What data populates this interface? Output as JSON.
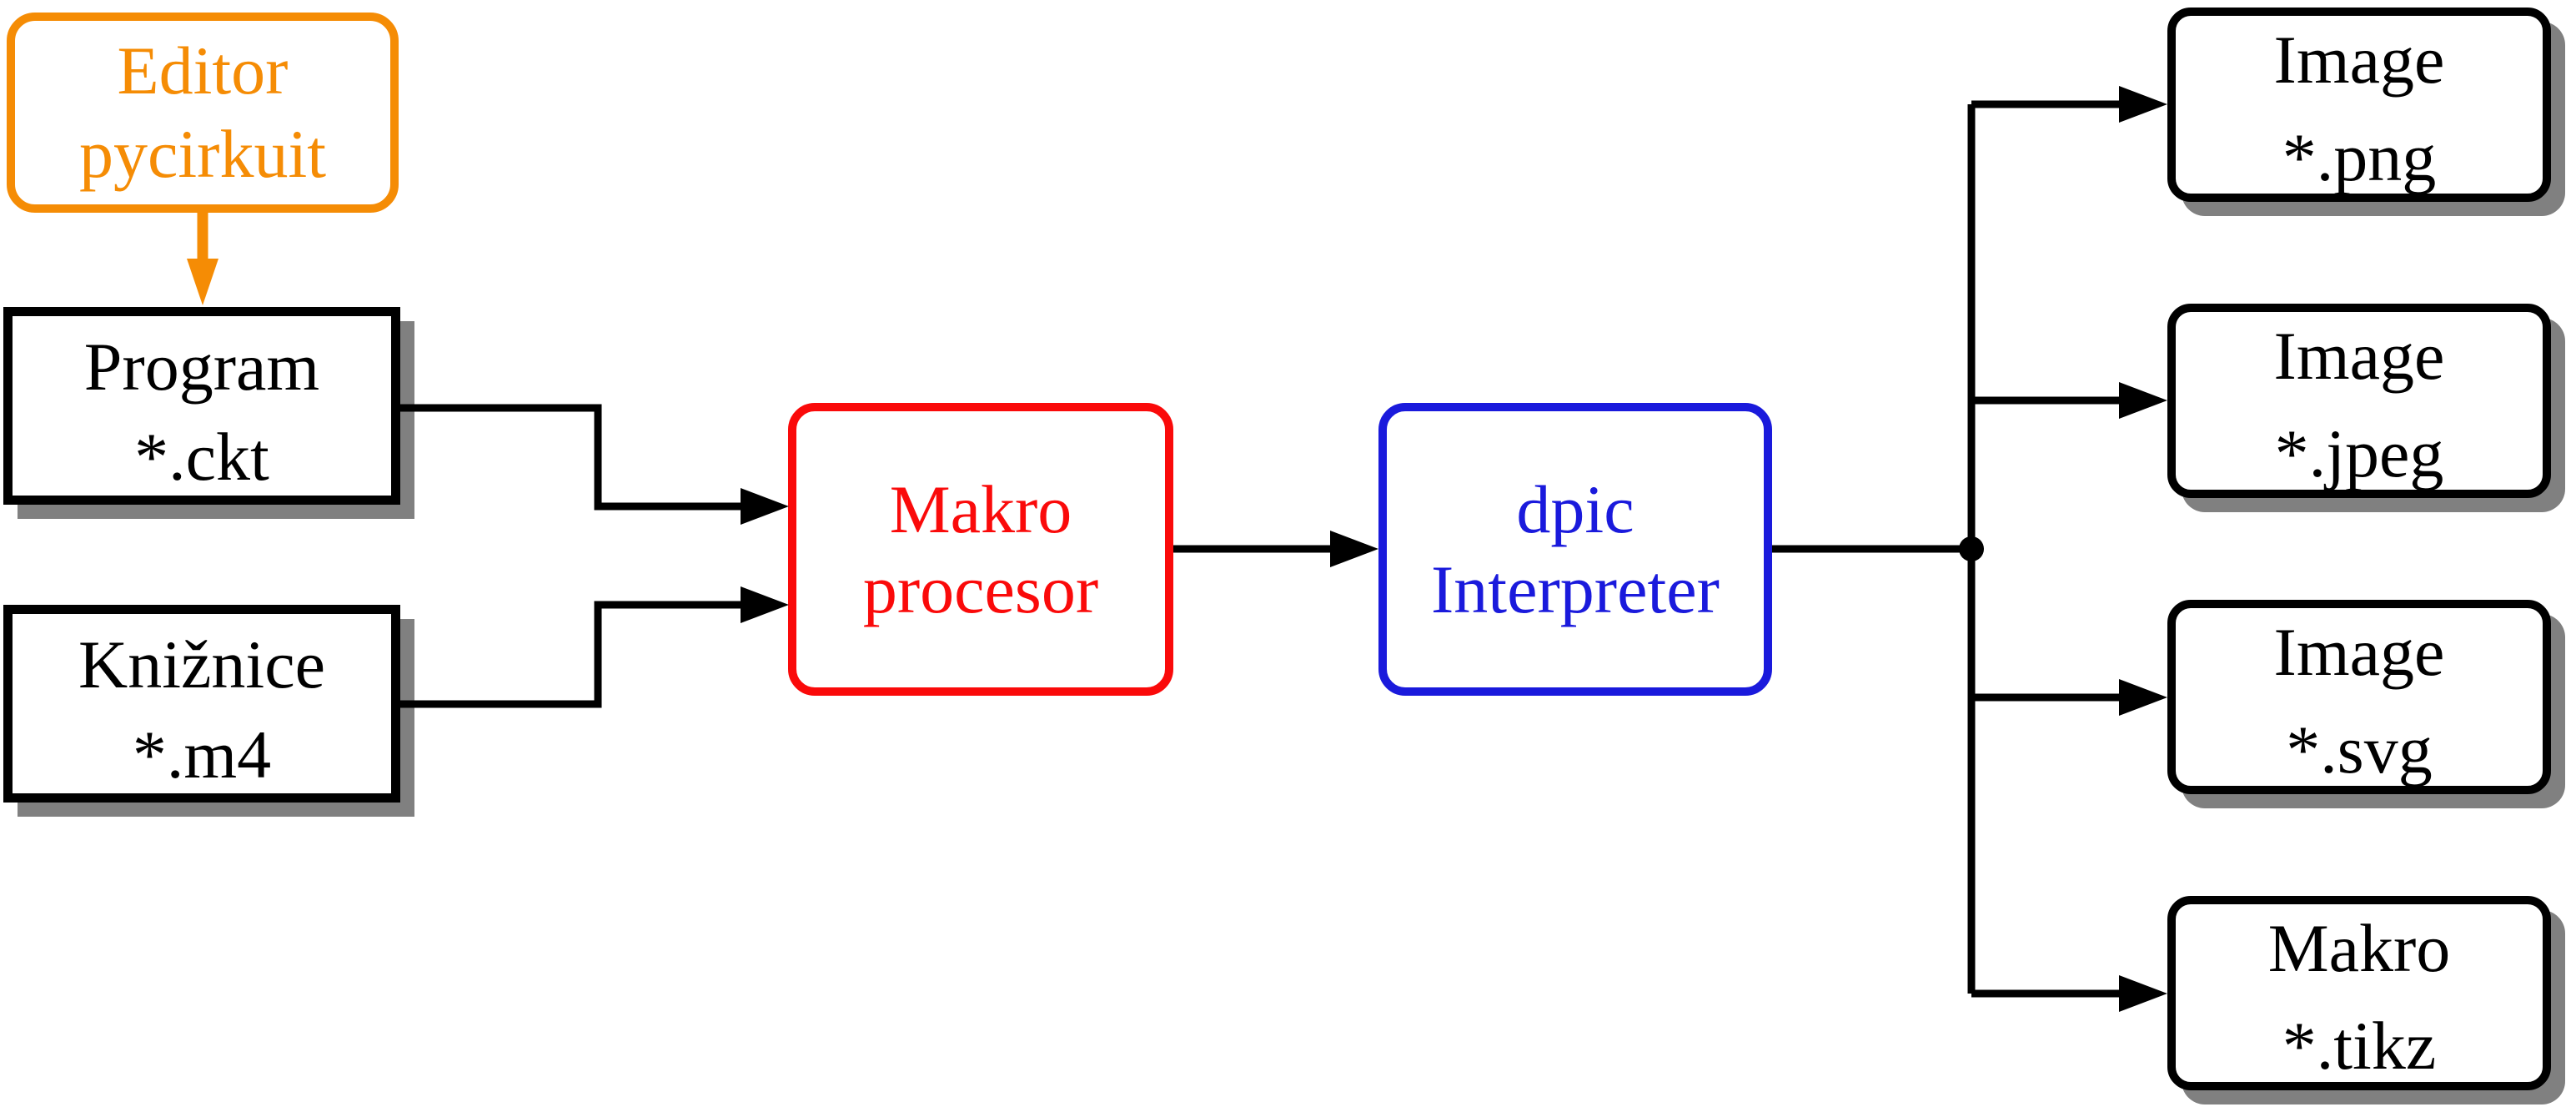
{
  "colors": {
    "orange": "#F58C05",
    "red": "#FA0A0A",
    "blue": "#1A1ADC",
    "line": "#000000",
    "shadow": "#808080",
    "text": "#000000",
    "bg": "#FFFFFF"
  },
  "nodes": {
    "editor": {
      "line1": "Editor",
      "line2": "pycirkuit"
    },
    "program": {
      "line1": "Program",
      "line2": "*.ckt"
    },
    "kniznice": {
      "line1": "Knižnice",
      "line2": "*.m4"
    },
    "makro": {
      "line1": "Makro",
      "line2": "procesor"
    },
    "dpic": {
      "line1": "dpic",
      "line2": "Interpreter"
    },
    "png": {
      "line1": "Image",
      "line2": "*.png"
    },
    "jpeg": {
      "line1": "Image",
      "line2": "*.jpeg"
    },
    "svg": {
      "line1": "Image",
      "line2": "*.svg"
    },
    "tikz": {
      "line1": "Makro",
      "line2": "*.tikz"
    }
  },
  "edges": [
    {
      "from": "editor",
      "to": "program"
    },
    {
      "from": "program",
      "to": "makro"
    },
    {
      "from": "kniznice",
      "to": "makro"
    },
    {
      "from": "makro",
      "to": "dpic"
    },
    {
      "from": "dpic",
      "to": "png"
    },
    {
      "from": "dpic",
      "to": "jpeg"
    },
    {
      "from": "dpic",
      "to": "svg"
    },
    {
      "from": "dpic",
      "to": "tikz"
    }
  ]
}
